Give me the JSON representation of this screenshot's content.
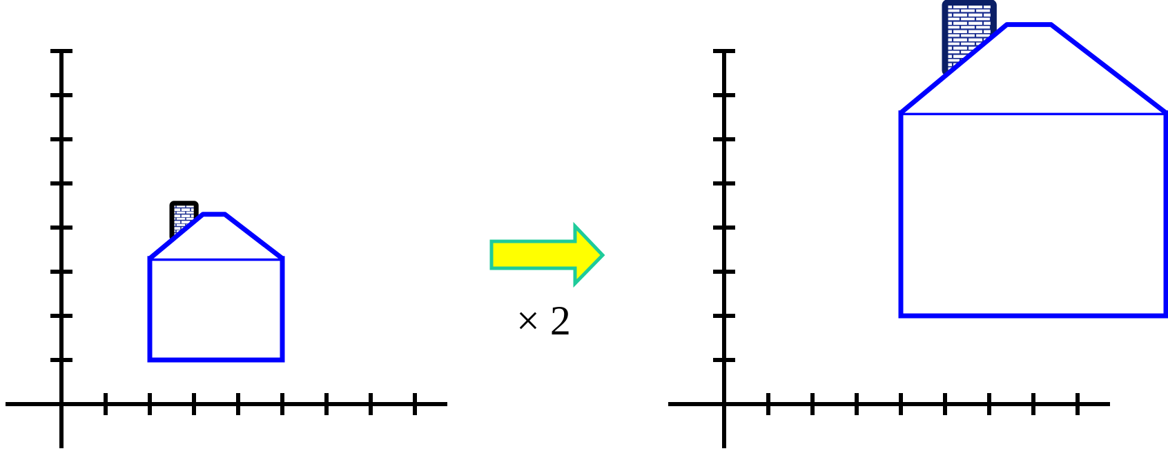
{
  "colors": {
    "axis": "#000000",
    "house_outline": "#0000ff",
    "chimney_frame": "#000000",
    "chimney_brick_fill": "#ffffff",
    "chimney_brick_mortar": "#1a2d8f",
    "chimney_large_frame": "#0b1f66",
    "arrow_fill": "#ffff00",
    "arrow_outline": "#1ecb9a",
    "background": "#ffffff"
  },
  "left_graph": {
    "x_ticks": 8,
    "y_ticks": 8,
    "house": {
      "body": {
        "x0": 2,
        "x1": 5,
        "y0": 1,
        "y1": 3.3
      },
      "roof_points": [
        [
          2,
          3.3
        ],
        [
          3.2,
          4.3
        ],
        [
          3.7,
          4.3
        ],
        [
          5,
          3.3
        ]
      ],
      "chimney": {
        "x0": 2.5,
        "x1": 3.05,
        "y0": 3.75,
        "y1": 4.55
      }
    }
  },
  "transformation": {
    "label": "× 2",
    "arrow_icon": "right-arrow-icon"
  },
  "right_graph": {
    "x_ticks": 8,
    "y_ticks": 8,
    "house": {
      "body": {
        "x0": 4,
        "x1": 10,
        "y0": 2,
        "y1": 6.6
      },
      "roof_points": [
        [
          4,
          6.6
        ],
        [
          6.4,
          8.6
        ],
        [
          7.4,
          8.6
        ],
        [
          10,
          6.6
        ]
      ],
      "chimney": {
        "x0": 5,
        "x1": 6.1,
        "y0": 7.5,
        "y1": 9.1
      }
    }
  }
}
